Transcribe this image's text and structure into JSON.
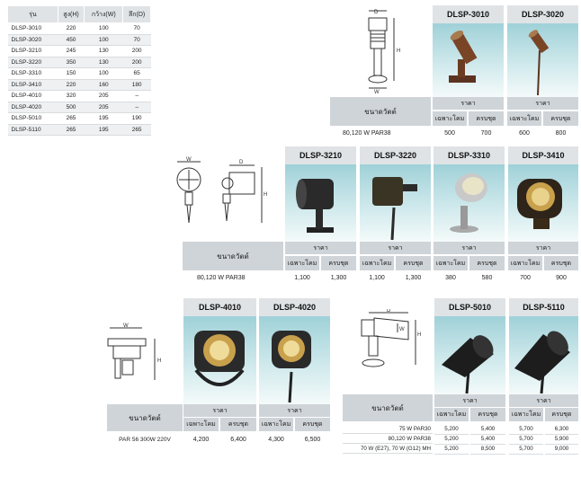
{
  "spec_table": {
    "headers": [
      "รุ่น",
      "สูง(H)",
      "กว้าง(W)",
      "ลึก(D)"
    ],
    "rows": [
      [
        "DLSP-3010",
        "220",
        "100",
        "70"
      ],
      [
        "DLSP-3020",
        "450",
        "100",
        "70"
      ],
      [
        "DLSP-3210",
        "245",
        "130",
        "200"
      ],
      [
        "DLSP-3220",
        "350",
        "130",
        "200"
      ],
      [
        "DLSP-3310",
        "150",
        "100",
        "65"
      ],
      [
        "DLSP-3410",
        "220",
        "160",
        "180"
      ],
      [
        "DLSP-4010",
        "320",
        "205",
        "–"
      ],
      [
        "DLSP-4020",
        "500",
        "205",
        "–"
      ],
      [
        "DLSP-5010",
        "265",
        "195",
        "190"
      ],
      [
        "DLSP-5110",
        "265",
        "195",
        "265"
      ]
    ]
  },
  "dim_labels": {
    "d": "D",
    "w": "W",
    "h": "H"
  },
  "group1": {
    "models": [
      "DLSP-3010",
      "DLSP-3020"
    ],
    "wattage_header": "ขนาดวัตต์",
    "price_label": "ราคา",
    "sub_a": "เฉพาะโคม",
    "sub_b": "ครบชุด",
    "row_label": "80,120   W  PAR38",
    "prices": [
      "500",
      "700",
      "600",
      "800"
    ]
  },
  "group2": {
    "models": [
      "DLSP-3210",
      "DLSP-3220",
      "DLSP-3310",
      "DLSP-3410"
    ],
    "wattage_header": "ขนาดวัตต์",
    "price_label": "ราคา",
    "sub_a": "เฉพาะโคม",
    "sub_b": "ครบชุด",
    "row_label": "80,120    W  PAR38",
    "prices": [
      "1,100",
      "1,300",
      "1,100",
      "1,300",
      "380",
      "580",
      "700",
      "900"
    ]
  },
  "group3": {
    "models": [
      "DLSP-4010",
      "DLSP-4020"
    ],
    "wattage_header": "ขนาดวัตต์",
    "price_label": "ราคา",
    "sub_a": "เฉพาะโคม",
    "sub_b": "ครบชุด",
    "row_label": "PAR 56  300W  220V",
    "prices": [
      "4,200",
      "6,400",
      "4,300",
      "6,500"
    ]
  },
  "group4": {
    "models": [
      "DLSP-5010",
      "DLSP-5110"
    ],
    "wattage_header": "ขนาดวัตต์",
    "price_label": "ราคา",
    "sub_a": "เฉพาะโคม",
    "sub_b": "ครบชุด",
    "rows": [
      {
        "label": "75    W    PAR30",
        "prices": [
          "5,200",
          "5,400",
          "5,700",
          "6,300"
        ]
      },
      {
        "label": "80,120   W    PAR38",
        "prices": [
          "5,200",
          "5,400",
          "5,700",
          "5,900"
        ]
      },
      {
        "label": "70 W (E27), 70 W (G12) MH",
        "prices": [
          "5,200",
          "8,500",
          "5,700",
          "9,000"
        ]
      }
    ]
  }
}
